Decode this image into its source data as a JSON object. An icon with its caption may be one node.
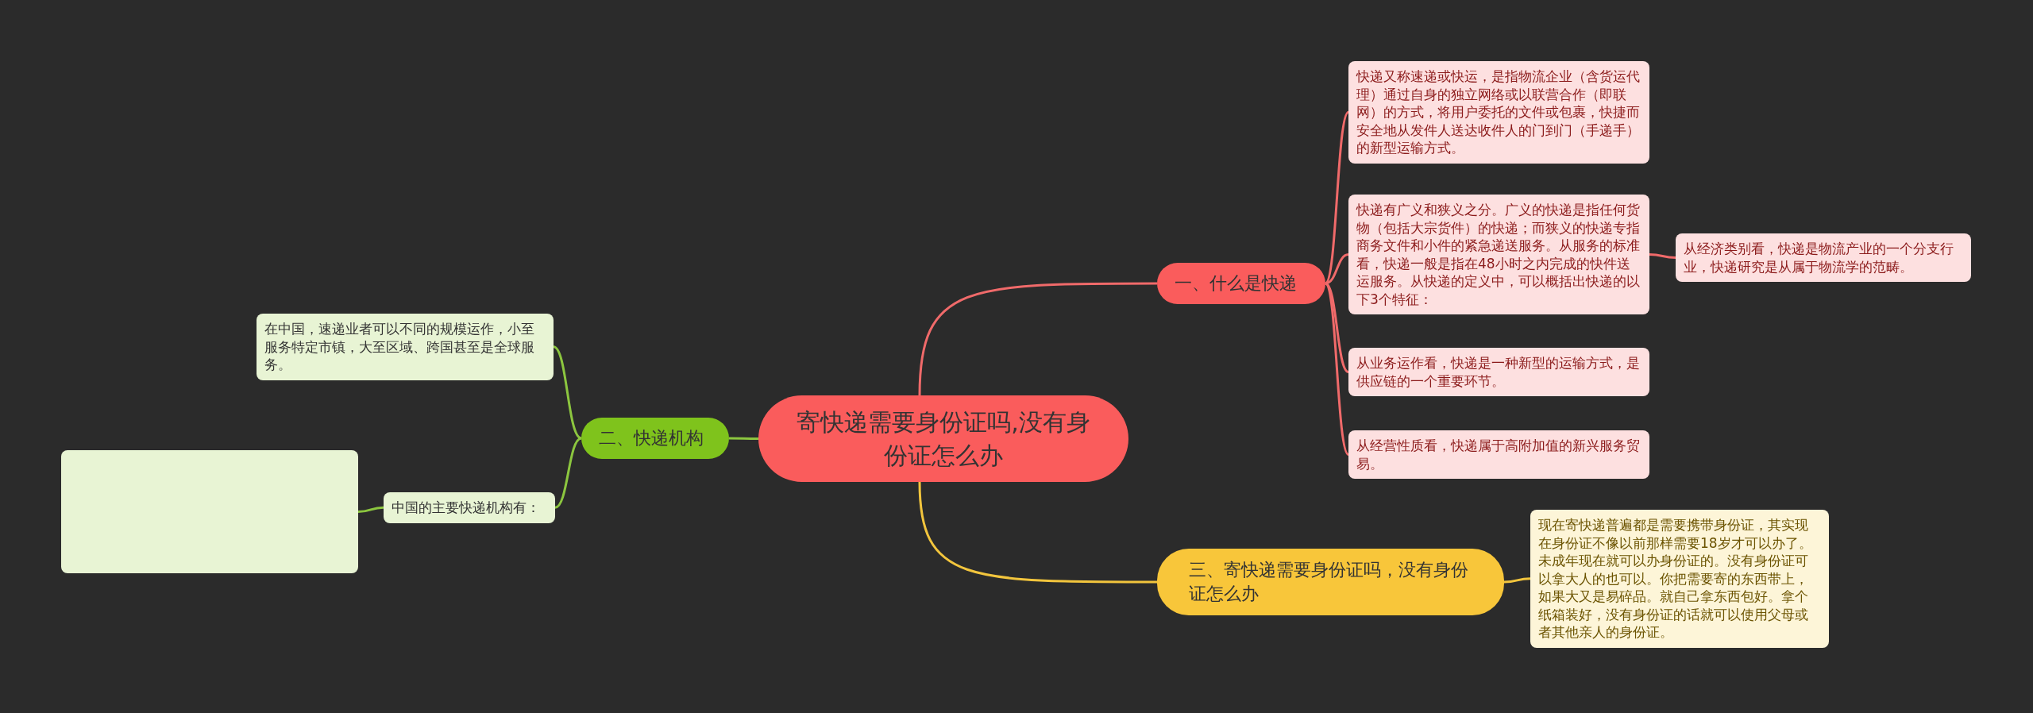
{
  "diagram": {
    "nodes": [
      {
        "text": [
          "寄快递需要身份证吗,没有身份证怎么办"
        ]
      },
      {
        "text": [
          "一、什么是快递"
        ]
      },
      {
        "text": [
          "快递又称速递或快运，是指物流企业（含货运代理）通过自身的独立网络或以联营合作（即联网）的方式，将用户委托的文件或包裹，快捷而安全地从发件人送达收件人的门到门（手递手）的新型运输方式。"
        ]
      },
      {
        "text": [
          "快递有广义和狭义之分。广义的快递是指任何货物（包括大宗货件）的快递；而狭义的快递专指商务文件和小件的紧急递送服务。从服务的标准看，快递一般是指在48小时之内完成的快件送运服务。从快递的定义中，可以概括出快递的以下3个特征："
        ]
      },
      {
        "text": [
          "从经济类别看，快递是物流产业的一个分支行业，快递研究是从属于物流学的范畴。"
        ]
      },
      {
        "text": [
          "从业务运作看，快递是一种新型的运输方式，是供应链的一个重要环节。"
        ]
      },
      {
        "text": [
          "从经营性质看，快递属于高附加值的新兴服务贸易。"
        ]
      },
      {
        "text": [
          "三、寄快递需要身份证吗，没有身份证怎么办"
        ]
      },
      {
        "text": [
          "现在寄快递普遍都是需要携带身份证，其实现在身份证不像以前那样需要18岁才可以办了。未成年现在就可以办身份证的。没有身份证可以拿大人的也可以。你把需要寄的东西带上，如果大又是易碎品。就自己拿东西包好。拿个纸箱装好，没有身份证的话就可以使用父母或者其他亲人的身份证。"
        ]
      },
      {
        "text": [
          "二、快递机构"
        ]
      },
      {
        "text": [
          "在中国，速递业者可以不同的规模运作，小至服务特定市镇，大至区域、跨国甚至是全球服务。"
        ]
      },
      {
        "text": [
          "中国的主要快递机构有："
        ]
      },
      {
        "text": [],
        "shape": "box"
      }
    ],
    "edges": [
      {
        "from": 0,
        "to": 1,
        "arrow": "none"
      },
      {
        "from": 1,
        "to": 2,
        "arrow": "none"
      },
      {
        "from": 1,
        "to": 3,
        "arrow": "none"
      },
      {
        "from": 3,
        "to": 4,
        "arrow": "none"
      },
      {
        "from": 1,
        "to": 5,
        "arrow": "none"
      },
      {
        "from": 1,
        "to": 6,
        "arrow": "none"
      },
      {
        "from": 0,
        "to": 7,
        "arrow": "none",
        "color": "#f2c53d"
      },
      {
        "from": 7,
        "to": 8,
        "arrow": "none",
        "color": "#f2c53d"
      },
      {
        "from": 0,
        "to": 9,
        "arrow": "none",
        "color": "#8cc63f"
      },
      {
        "from": 9,
        "to": 10,
        "arrow": "none",
        "color": "#8cc63f"
      },
      {
        "from": 9,
        "to": 11,
        "arrow": "none",
        "color": "#8cc63f"
      },
      {
        "from": 11,
        "to": 12,
        "arrow": "none",
        "color": "#8cc63f"
      }
    ]
  }
}
